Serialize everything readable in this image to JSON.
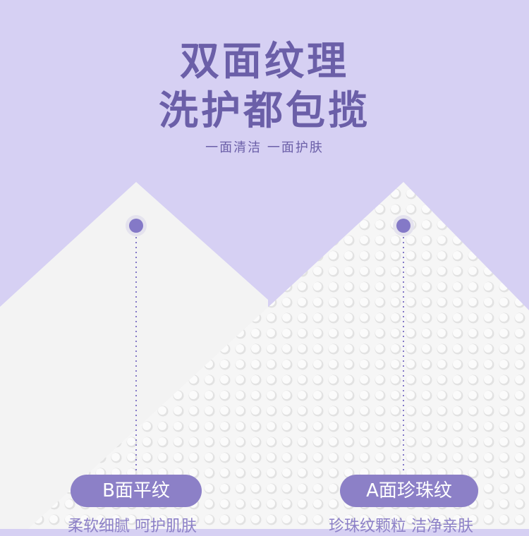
{
  "headline": {
    "line1": "双面纹理",
    "line2": "洗护都包揽",
    "subtitle": "一面清洁 一面护肤"
  },
  "sides": [
    {
      "label": "B面平纹",
      "description": "柔软细腻 呵护肌肤"
    },
    {
      "label": "A面珍珠纹",
      "description": "珍珠纹颗粒 洁净亲肤"
    }
  ],
  "colors": {
    "background": "#d6d0f3",
    "accent": "#8c80c7",
    "title": "#6b5fa8"
  }
}
